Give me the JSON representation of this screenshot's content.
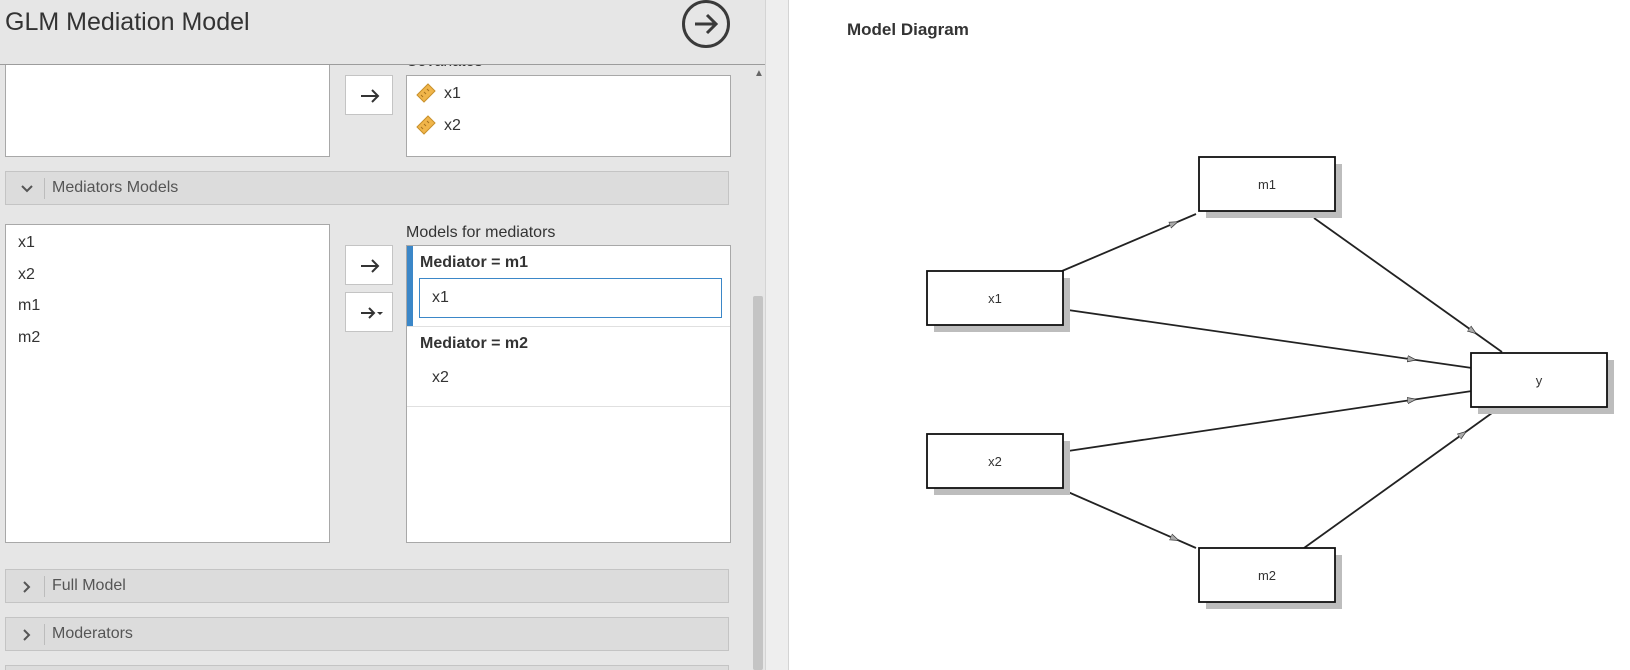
{
  "header": {
    "title": "GLM Mediation Model"
  },
  "covariates": {
    "label": "Covariates",
    "items": [
      {
        "name": "x1",
        "icon": "ruler-icon"
      },
      {
        "name": "x2",
        "icon": "ruler-icon"
      }
    ]
  },
  "sections": {
    "mediators_models": "Mediators Models",
    "full_model": "Full Model",
    "moderators": "Moderators"
  },
  "mediators": {
    "available_variables": [
      "x1",
      "x2",
      "m1",
      "m2"
    ],
    "target_label": "Models for mediators",
    "models": [
      {
        "header": "Mediator = m1",
        "term": "x1"
      },
      {
        "header": "Mediator = m2",
        "term": "x2"
      }
    ]
  },
  "diagram": {
    "title": "Model Diagram",
    "nodes": {
      "m1": "m1",
      "x1": "x1",
      "y": "y",
      "x2": "x2",
      "m2": "m2"
    },
    "edges": [
      [
        "x1",
        "m1"
      ],
      [
        "x1",
        "y"
      ],
      [
        "m1",
        "y"
      ],
      [
        "x2",
        "y"
      ],
      [
        "x2",
        "m2"
      ],
      [
        "m2",
        "y"
      ]
    ]
  },
  "colors": {
    "accent": "#3b87c8",
    "panel_bg": "#e6e6e6",
    "icon_orange": "#f0b54a"
  }
}
